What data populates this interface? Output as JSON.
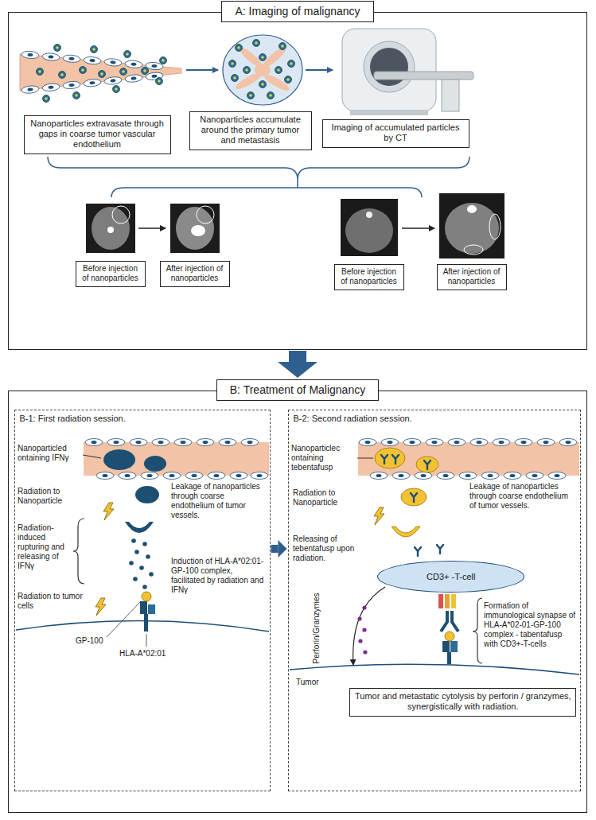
{
  "diagram": {
    "nodes": [
      {
        "text": [
          "A: Imaging of malignancy"
        ]
      },
      {
        "text": [
          "Nanoparticles extravasate through gaps in coarse tumor vascular endothelium"
        ],
        "in": 0
      },
      {
        "text": [
          "Nanoparticles accumulate around the primary tumor and metastasis"
        ],
        "in": 0
      },
      {
        "text": [
          "Imaging of accumulated particles by CT"
        ],
        "in": 0
      },
      {
        "text": [
          "Before injection of nanoparticles"
        ],
        "in": 0
      },
      {
        "text": [
          "After injection of nanoparticles"
        ],
        "in": 0
      },
      {
        "text": [
          "Before injection of nanoparticles"
        ],
        "in": 0
      },
      {
        "text": [
          "After injection of nanoparticles"
        ],
        "in": 0
      },
      {
        "text": [
          "B: Treatment of Malignancy"
        ]
      },
      {
        "text": [
          "B-1: First radiation session."
        ],
        "in": 8
      },
      {
        "text": [
          "B-2: Second radiation session."
        ],
        "in": 8
      },
      {
        "text": [
          "CD3+ -T-cell"
        ],
        "in": 10
      },
      {
        "text": [
          "Tumor and metastatic cytolysis by perforin / granzymes, synergistically with radiation."
        ],
        "in": 10
      }
    ],
    "edges": [
      {
        "from": 0,
        "to": 8,
        "arrow": "to"
      },
      {
        "from": 9,
        "to": 10,
        "arrow": "to"
      }
    ],
    "labels": [
      "Nanoparticled ontaining IFNγ",
      "Leakage of nanoparticles through coarse endothelium of tumor vessels.",
      "Radiation to Nanoparticle",
      "Radiation-induced rupturing and releasing of IFNγ",
      "Induction of HLA-A*02:01-GP-100 complex, facilitated by radiation and IFNγ",
      "Radiation to tumor cells",
      "GP-100",
      "HLA-A*02:01",
      "Nanoparticlec ontaining tebentafusp",
      "Leakage of nanoparticles through coarse endothelium of tumor vessels.",
      "Radiation to Nanoparticle",
      "Releasing of tebentafusp upon radiation.",
      "Perforin/Granzymes",
      "Formation of immunological synapse of HLA-A*02-01-GP-100 complex - tabentafusp with CD3+-T-cells",
      "Tumor"
    ]
  }
}
